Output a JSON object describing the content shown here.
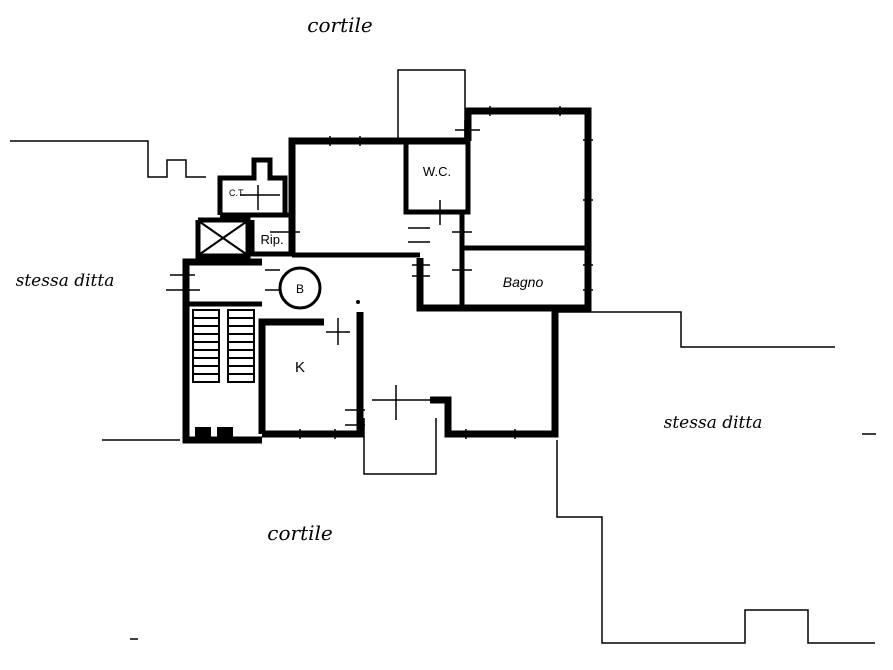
{
  "labels": {
    "courtyard_top": "cortile",
    "courtyard_bottom": "cortile",
    "neighbor_left": "stessa ditta",
    "neighbor_right": "stessa ditta"
  },
  "rooms": {
    "wc": "W.C.",
    "bath": "Bagno",
    "kitchen": "K",
    "storage": "Rip.",
    "ct": "C.T.",
    "boiler": "B"
  },
  "colors": {
    "ink": "#000000",
    "paper": "#ffffff"
  }
}
